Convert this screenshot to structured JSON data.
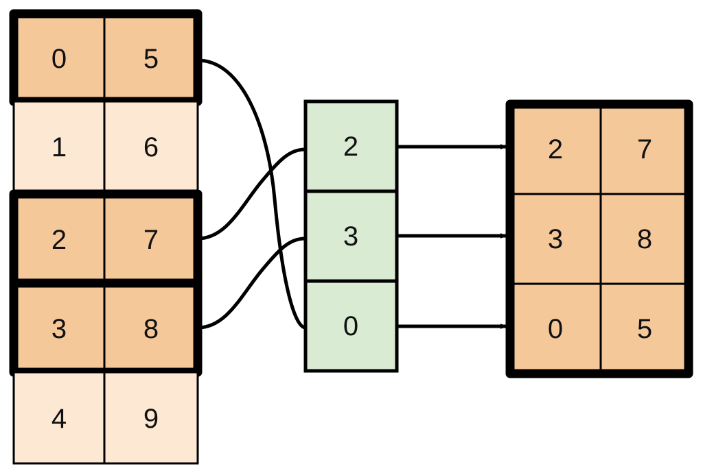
{
  "diagram": {
    "title": "array-gather-by-index",
    "background": "#ffffff",
    "palette": {
      "cell_selected_fill": "#F5C89A",
      "cell_unselected_fill": "#FCE8D3",
      "index_fill": "#D9EBD3",
      "stroke": "#000000",
      "text": "#111111"
    },
    "source_table": {
      "name": "source-table",
      "columns": 2,
      "rows": [
        {
          "index": 0,
          "cells": [
            "0",
            "5"
          ],
          "selected": true
        },
        {
          "index": 1,
          "cells": [
            "1",
            "6"
          ],
          "selected": false
        },
        {
          "index": 2,
          "cells": [
            "2",
            "7"
          ],
          "selected": true
        },
        {
          "index": 3,
          "cells": [
            "3",
            "8"
          ],
          "selected": true
        },
        {
          "index": 4,
          "cells": [
            "4",
            "9"
          ],
          "selected": false
        }
      ]
    },
    "index_column": {
      "name": "index-column",
      "values": [
        "2",
        "3",
        "0"
      ]
    },
    "result_table": {
      "name": "result-table",
      "columns": 2,
      "rows": [
        {
          "cells": [
            "2",
            "7"
          ]
        },
        {
          "cells": [
            "3",
            "8"
          ]
        },
        {
          "cells": [
            "0",
            "5"
          ]
        }
      ]
    },
    "links": [
      {
        "name": "link-source-row-0-to-index-2",
        "from_row": 0,
        "to_index_slot": 2
      },
      {
        "name": "link-source-row-2-to-index-0",
        "from_row": 2,
        "to_index_slot": 0
      },
      {
        "name": "link-source-row-3-to-index-1",
        "from_row": 3,
        "to_index_slot": 1
      }
    ],
    "arrows": [
      {
        "name": "arrow-index-0-to-result-row-0",
        "from_index_slot": 0,
        "to_result_row": 0
      },
      {
        "name": "arrow-index-1-to-result-row-1",
        "from_index_slot": 1,
        "to_result_row": 1
      },
      {
        "name": "arrow-index-2-to-result-row-2",
        "from_index_slot": 2,
        "to_result_row": 2
      }
    ]
  }
}
